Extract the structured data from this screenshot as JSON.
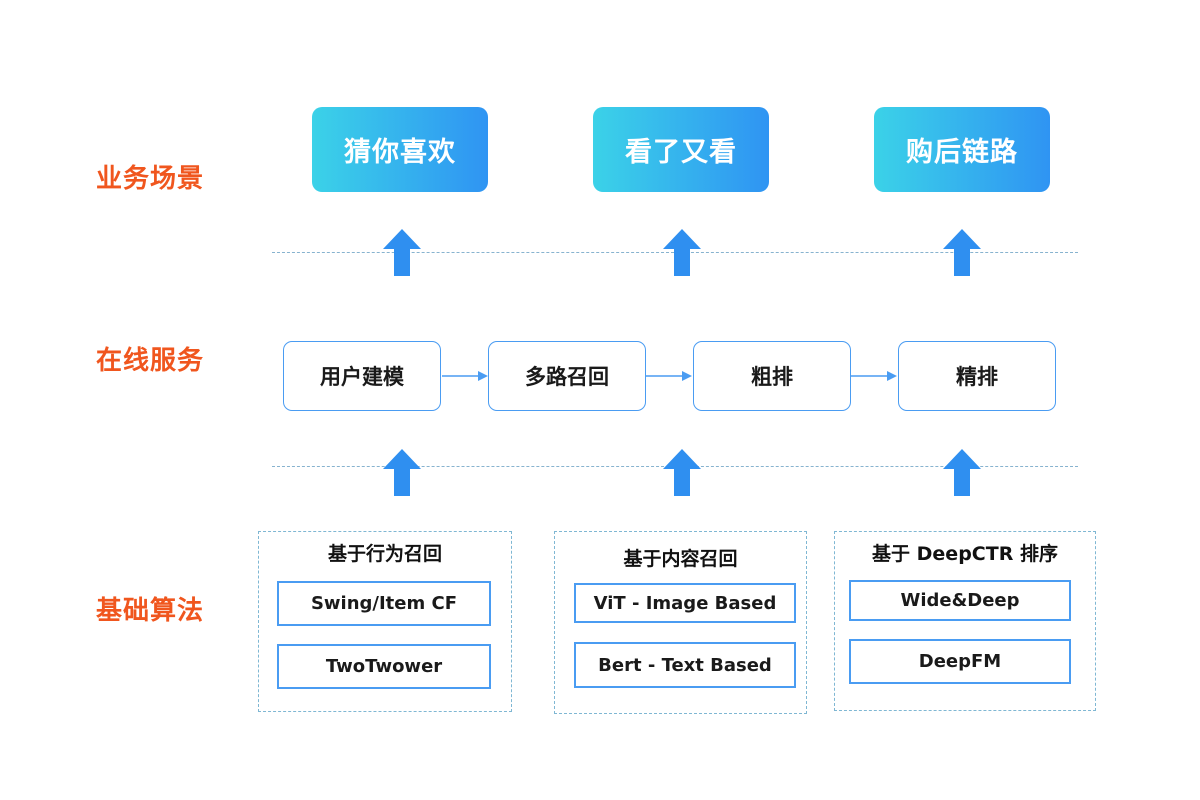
{
  "rows": {
    "scenes_label": "业务场景",
    "services_label": "在线服务",
    "algorithms_label": "基础算法"
  },
  "scenes": [
    "猜你喜欢",
    "看了又看",
    "购后链路"
  ],
  "services": [
    "用户建模",
    "多路召回",
    "粗排",
    "精排"
  ],
  "algorithm_groups": [
    {
      "title": "基于行为召回",
      "items": [
        "Swing/Item CF",
        "TwoTwower"
      ]
    },
    {
      "title": "基于内容召回",
      "items": [
        "ViT - Image Based",
        "Bert - Text Based"
      ]
    },
    {
      "title": "基于 DeepCTR 排序",
      "items": [
        "Wide&Deep",
        "DeepFM"
      ]
    }
  ],
  "colors": {
    "label_orange": "#f0561e",
    "scene_gradient_start": "#3bd2e8",
    "scene_gradient_end": "#2f94f3",
    "arrow_blue": "#2f8ff0",
    "box_border_blue": "#4a9cf2",
    "divider": "#87b3cf"
  },
  "icons": {
    "up_arrow": "up-arrow-icon",
    "flow_arrow": "right-arrow-icon"
  }
}
